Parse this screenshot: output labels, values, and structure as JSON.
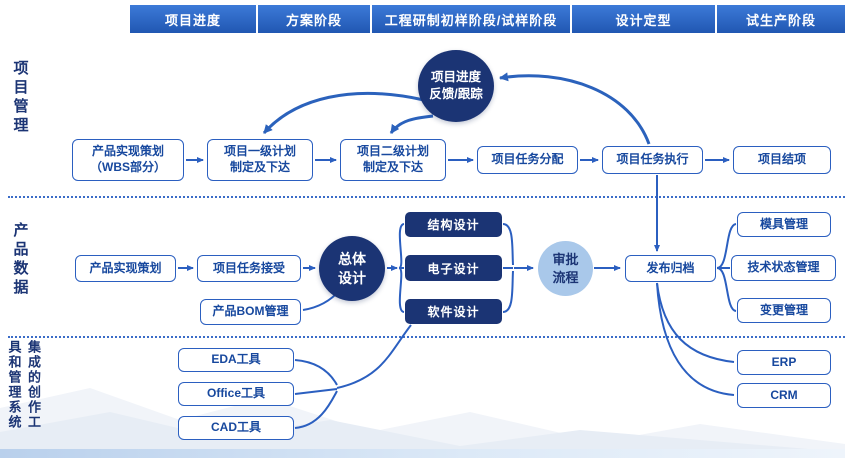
{
  "header": {
    "tabs": [
      "项目进度",
      "方案阶段",
      "工程研制初样阶段/试样阶段",
      "设计定型",
      "试生产阶段"
    ]
  },
  "side": {
    "project_management": "项目管理",
    "product_data": "产品数据",
    "tools_systems": "集成的创作工\n具和管理系统"
  },
  "project_row": {
    "feedback": "项目进度\n反馈/跟踪",
    "wbs": "产品实现策划\n（WBS部分）",
    "plan1": "项目一级计划\n制定及下达",
    "plan2": "项目二级计划\n制定及下达",
    "assign": "项目任务分配",
    "execute": "项目任务执行",
    "close": "项目结项"
  },
  "data_row": {
    "planning": "产品实现策划",
    "accept": "项目任务接受",
    "bom": "产品BOM管理",
    "overall": "总体\n设计",
    "structure": "结构设计",
    "electronic": "电子设计",
    "software": "软件设计",
    "approval": "审批\n流程",
    "release": "发布归档",
    "mold": "模具管理",
    "tech_state": "技术状态管理",
    "change": "变更管理"
  },
  "tools_row": {
    "eda": "EDA工具",
    "office": "Office工具",
    "cad": "CAD工具",
    "erp": "ERP",
    "crm": "CRM"
  },
  "colors": {
    "accent_blue": "#2b5fc0",
    "navy": "#1b3474",
    "light_circle": "#a9c8ea",
    "tab_blue": "#2157b2"
  }
}
